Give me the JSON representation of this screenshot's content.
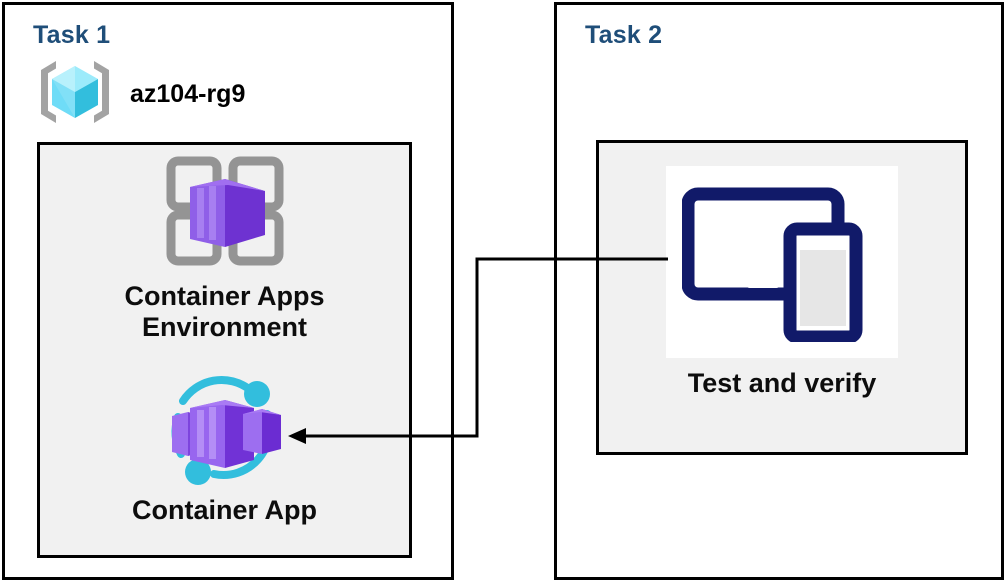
{
  "diagram": {
    "title_color": "#1F4E79",
    "background": "#ffffff",
    "panel_border_color": "#000000",
    "inner_box_fill": "#f1f1f1"
  },
  "task1": {
    "title": "Task 1",
    "resource_group": {
      "icon": "resource-group-icon",
      "name": "az104-rg9"
    },
    "nodes": [
      {
        "icon": "container-apps-environment-icon",
        "label": "Container Apps\nEnvironment",
        "accent": "#7a3fd6"
      },
      {
        "icon": "container-app-icon",
        "label": "Container App",
        "accent": "#7a3fd6",
        "orbit_color": "#32bedd"
      }
    ]
  },
  "task2": {
    "title": "Task 2",
    "nodes": [
      {
        "icon": "test-and-verify-devices-icon",
        "label": "Test and verify",
        "accent": "#111a69"
      }
    ]
  },
  "connector": {
    "from": "Test and verify",
    "to": "Container App",
    "direction": "arrow-left",
    "color": "#000000"
  }
}
